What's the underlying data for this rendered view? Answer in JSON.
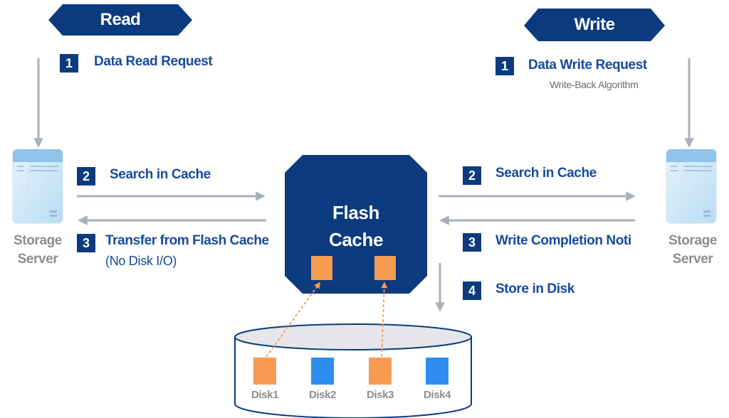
{
  "read": {
    "tag": "Read",
    "steps": [
      {
        "num": "1",
        "label": "Data Read Request"
      },
      {
        "num": "2",
        "label": "Search in Cache"
      },
      {
        "num": "3",
        "label": "Transfer from Flash Cache",
        "sub": "(No Disk I/O)"
      }
    ],
    "server": {
      "line1": "Storage",
      "line2": "Server"
    }
  },
  "write": {
    "tag": "Write",
    "steps": [
      {
        "num": "1",
        "label": "Data Write Request",
        "note": "Write-Back Algorithm"
      },
      {
        "num": "2",
        "label": "Search in Cache"
      },
      {
        "num": "3",
        "label": "Write Completion Noti"
      },
      {
        "num": "4",
        "label": "Store in Disk"
      }
    ],
    "server": {
      "line1": "Storage",
      "line2": "Server"
    }
  },
  "cache": {
    "line1": "Flash",
    "line2": "Cache"
  },
  "disks": [
    "Disk1",
    "Disk2",
    "Disk3",
    "Disk4"
  ],
  "colors": {
    "navy": "#0b3a7e",
    "text_blue": "#164a9c",
    "arrow_gray": "#aab0b8",
    "orange": "#f79a52",
    "disk_blue": "#2d8ef0"
  }
}
